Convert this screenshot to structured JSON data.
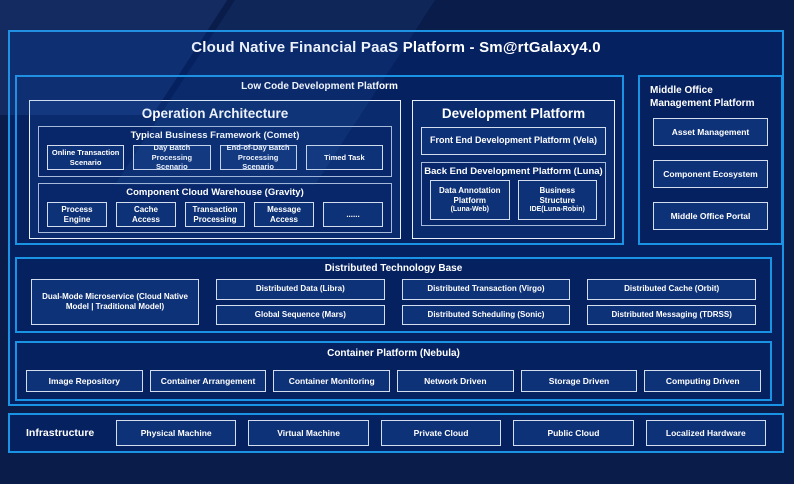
{
  "title": "Cloud Native Financial PaaS Platform - Sm@rtGalaxy4.0",
  "low_code": {
    "label": "Low Code Development Platform",
    "operation_architecture": {
      "title": "Operation Architecture",
      "typical_business_framework": {
        "title": "Typical Business Framework (Comet)",
        "items": [
          "Online Transaction Scenario",
          "Day Batch Processing Scenario",
          "End-of-Day Batch Processing Scenario",
          "Timed Task"
        ]
      },
      "component_cloud_warehouse": {
        "title": "Component Cloud Warehouse (Gravity)",
        "items": [
          "Process Engine",
          "Cache Access",
          "Transaction Processing",
          "Message Access",
          "......"
        ]
      }
    },
    "development_platform": {
      "title": "Development Platform",
      "front_end": "Front End Development Platform (Vela)",
      "back_end": {
        "title": "Back End Development Platform (Luna)",
        "items": [
          {
            "name": "Data Annotation Platform",
            "sub": "(Luna-Web)"
          },
          {
            "name": "Business Structure",
            "sub": "IDE(Luna-Robin)"
          }
        ]
      }
    }
  },
  "middle_office": {
    "label": "Middle Office Management Platform",
    "items": [
      "Asset Management",
      "Component Ecosystem",
      "Middle Office Portal"
    ]
  },
  "distributed": {
    "label": "Distributed Technology Base",
    "dual_mode": "Dual-Mode Microservice (Cloud Native Model | Traditional Model)",
    "columns": [
      [
        "Distributed Data (Libra)",
        "Global Sequence (Mars)"
      ],
      [
        "Distributed Transaction (Virgo)",
        "Distributed Scheduling (Sonic)"
      ],
      [
        "Distributed Cache (Orbit)",
        "Distributed Messaging (TDRSS)"
      ]
    ]
  },
  "container_platform": {
    "label": "Container Platform (Nebula)",
    "items": [
      "Image Repository",
      "Container Arrangement",
      "Container Monitoring",
      "Network Driven",
      "Storage Driven",
      "Computing Driven"
    ]
  },
  "infrastructure": {
    "label": "Infrastructure",
    "items": [
      "Physical Machine",
      "Virtual Machine",
      "Private Cloud",
      "Public Cloud",
      "Localized Hardware"
    ]
  },
  "colors": {
    "page_background": "#0a1c4a",
    "panel_background": "#052160",
    "accent_border": "#1b93e4",
    "leaf_border": "#d3ddee",
    "text": "#ffffff"
  }
}
